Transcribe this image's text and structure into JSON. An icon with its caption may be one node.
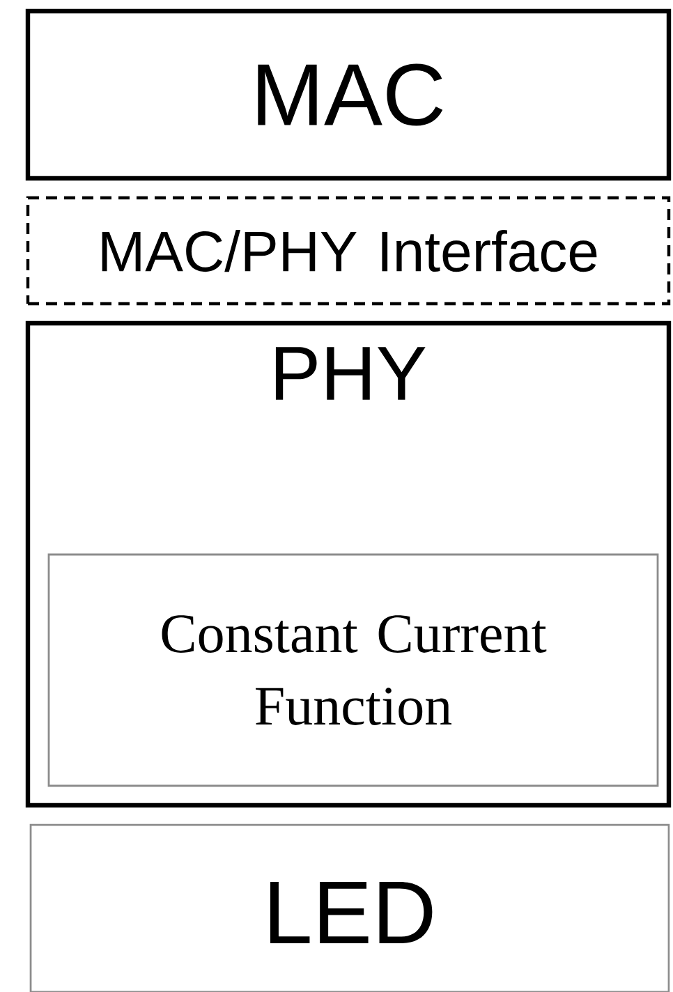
{
  "diagram": {
    "nodes": [
      {
        "text": [
          "MAC"
        ]
      },
      {
        "text": [
          "MAC/PHY Interface"
        ]
      },
      {
        "text": [
          "PHY"
        ]
      },
      {
        "text": [
          "Constant Current Function"
        ],
        "in": 2
      },
      {
        "text": [
          "LED"
        ]
      }
    ]
  }
}
